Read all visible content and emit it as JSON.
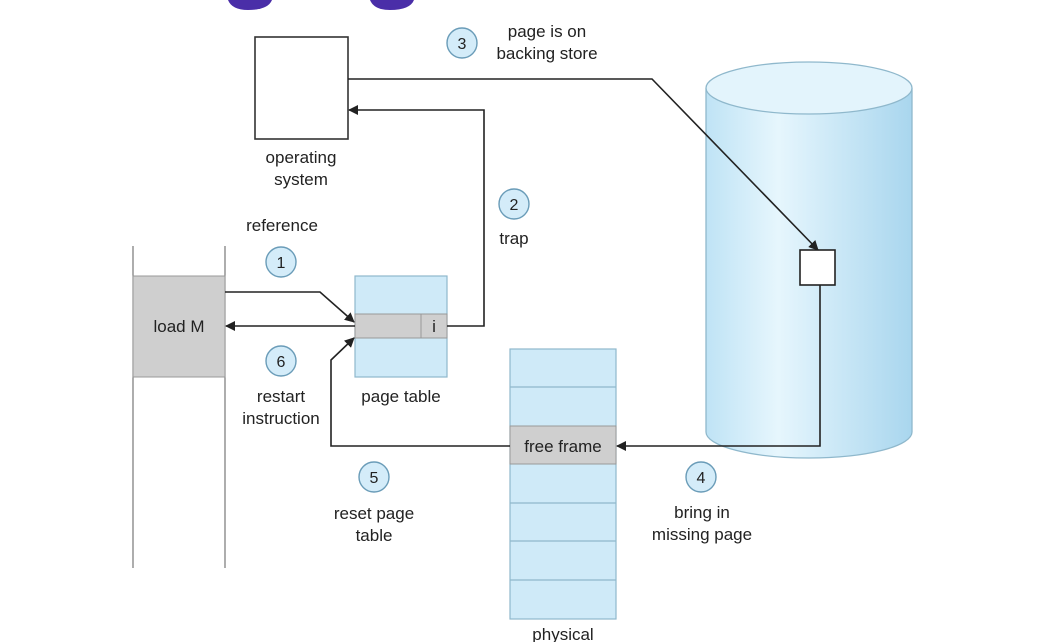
{
  "colors": {
    "light_blue": "#cfeaf8",
    "light_blue_edge": "#8fb8cc",
    "gray_fill": "#cfcfcf",
    "stroke": "#333333",
    "arrow": "#222222",
    "banner": "#4a2ea8"
  },
  "labels": {
    "operating_system_line1": "operating",
    "operating_system_line2": "system",
    "reference": "reference",
    "load_m": "load M",
    "trap": "trap",
    "page_table": "page table",
    "page_table_entry_bit": "i",
    "restart_line1": "restart",
    "restart_line2": "instruction",
    "reset_line1": "reset page",
    "reset_line2": "table",
    "free_frame": "free frame",
    "bring_line1": "bring in",
    "bring_line2": "missing page",
    "backing_line1": "page is on",
    "backing_line2": "backing store",
    "physical": "physical"
  },
  "steps": [
    "1",
    "2",
    "3",
    "4",
    "5",
    "6"
  ]
}
